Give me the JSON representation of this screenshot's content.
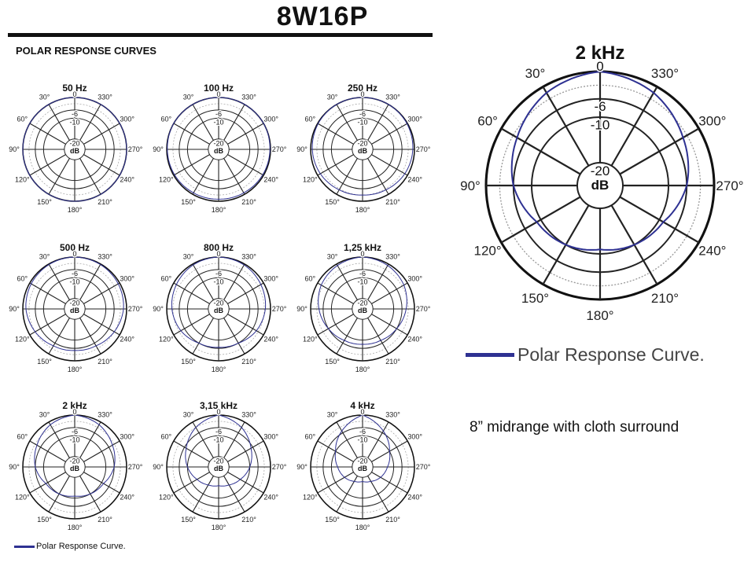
{
  "header": {
    "model": "8W16P",
    "section": "POLAR RESPONSE CURVES"
  },
  "legend": {
    "label": "Polar Response Curve.",
    "color": "#2e3192"
  },
  "caption": "8” midrange with cloth surround",
  "chart_data": [
    {
      "type": "polar",
      "title": "50 Hz",
      "r_labels": [
        "0",
        "-6",
        "-10",
        "-20",
        "dB"
      ],
      "angle_labels": [
        "30°",
        "330°",
        "60°",
        "300°",
        "90°",
        "270°",
        "120°",
        "240°",
        "150°",
        "180°",
        "210°"
      ],
      "rlim": [
        -25,
        0
      ],
      "angles": [
        0,
        30,
        60,
        90,
        120,
        150,
        180,
        210,
        240,
        270,
        300,
        330
      ],
      "values": [
        0,
        0,
        0,
        0,
        0,
        0,
        0,
        0,
        0,
        0,
        0,
        0
      ]
    },
    {
      "type": "polar",
      "title": "100 Hz",
      "r_labels": [
        "0",
        "-6",
        "-10",
        "-20",
        "dB"
      ],
      "angle_labels": [
        "30°",
        "330°",
        "60°",
        "300°",
        "90°",
        "270°",
        "120°",
        "240°",
        "150°",
        "180°",
        "210°"
      ],
      "rlim": [
        -25,
        0
      ],
      "angles": [
        0,
        30,
        60,
        90,
        120,
        150,
        180,
        210,
        240,
        270,
        300,
        330
      ],
      "values": [
        0,
        0,
        0,
        -0.3,
        -0.5,
        -0.8,
        -1,
        -0.8,
        -0.5,
        -0.3,
        0,
        0
      ]
    },
    {
      "type": "polar",
      "title": "250 Hz",
      "r_labels": [
        "0",
        "-6",
        "-10",
        "-20",
        "dB"
      ],
      "angle_labels": [
        "30°",
        "330°",
        "60°",
        "300°",
        "90°",
        "270°",
        "120°",
        "240°",
        "150°",
        "180°",
        "210°"
      ],
      "rlim": [
        -25,
        0
      ],
      "angles": [
        0,
        30,
        60,
        90,
        120,
        150,
        180,
        210,
        240,
        270,
        300,
        330
      ],
      "values": [
        0,
        0,
        -0.3,
        -0.8,
        -1.5,
        -2.5,
        -3,
        -2.5,
        -1.5,
        -0.8,
        -0.3,
        0
      ]
    },
    {
      "type": "polar",
      "title": "500 Hz",
      "r_labels": [
        "0",
        "-6",
        "-10",
        "-20",
        "dB"
      ],
      "angle_labels": [
        "30°",
        "330°",
        "60°",
        "300°",
        "90°",
        "270°",
        "120°",
        "240°",
        "150°",
        "180°",
        "210°"
      ],
      "rlim": [
        -25,
        0
      ],
      "angles": [
        0,
        30,
        60,
        90,
        120,
        150,
        180,
        210,
        240,
        270,
        300,
        330
      ],
      "values": [
        0,
        -0.3,
        -0.8,
        -1.5,
        -3,
        -4.5,
        -5,
        -4.5,
        -3,
        -1.5,
        -0.8,
        -0.3
      ]
    },
    {
      "type": "polar",
      "title": "800 Hz",
      "r_labels": [
        "0",
        "-6",
        "-10",
        "-20",
        "dB"
      ],
      "angle_labels": [
        "30°",
        "330°",
        "60°",
        "300°",
        "90°",
        "270°",
        "120°",
        "240°",
        "150°",
        "180°",
        "210°"
      ],
      "rlim": [
        -25,
        0
      ],
      "angles": [
        0,
        30,
        60,
        90,
        120,
        150,
        180,
        210,
        240,
        270,
        300,
        330
      ],
      "values": [
        0,
        -0.5,
        -1.5,
        -2.5,
        -4,
        -6,
        -6.5,
        -6,
        -4,
        -2.5,
        -1.5,
        -0.5
      ]
    },
    {
      "type": "polar",
      "title": "1,25 kHz",
      "r_labels": [
        "0",
        "-6",
        "-10",
        "-20",
        "dB"
      ],
      "angle_labels": [
        "30°",
        "330°",
        "60°",
        "300°",
        "90°",
        "270°",
        "120°",
        "240°",
        "150°",
        "180°",
        "210°"
      ],
      "rlim": [
        -25,
        0
      ],
      "angles": [
        0,
        30,
        60,
        90,
        120,
        150,
        180,
        210,
        240,
        270,
        300,
        330
      ],
      "values": [
        0,
        -0.8,
        -2,
        -4,
        -6,
        -7.5,
        -8,
        -7.5,
        -6,
        -4,
        -2,
        -0.8
      ]
    },
    {
      "type": "polar",
      "title": "2 kHz",
      "r_labels": [
        "0",
        "-6",
        "-10",
        "-20",
        "dB"
      ],
      "angle_labels": [
        "30°",
        "330°",
        "60°",
        "300°",
        "90°",
        "270°",
        "120°",
        "240°",
        "150°",
        "180°",
        "210°"
      ],
      "rlim": [
        -25,
        0
      ],
      "angles": [
        0,
        30,
        60,
        90,
        120,
        150,
        180,
        210,
        240,
        270,
        300,
        330
      ],
      "values": [
        0,
        -1.5,
        -4,
        -6,
        -9,
        -10,
        -11,
        -10,
        -9,
        -6,
        -4,
        -1.5
      ]
    },
    {
      "type": "polar",
      "title": "3,15 kHz",
      "r_labels": [
        "0",
        "-6",
        "-10",
        "-20",
        "dB"
      ],
      "angle_labels": [
        "30°",
        "330°",
        "60°",
        "300°",
        "90°",
        "270°",
        "120°",
        "240°",
        "150°",
        "180°",
        "210°"
      ],
      "rlim": [
        -25,
        0
      ],
      "angles": [
        0,
        30,
        60,
        90,
        120,
        150,
        180,
        210,
        240,
        270,
        300,
        330
      ],
      "values": [
        0,
        -3,
        -7,
        -10,
        -13,
        -15,
        -16,
        -15,
        -13,
        -10,
        -7,
        -3
      ]
    },
    {
      "type": "polar",
      "title": "4 kHz",
      "r_labels": [
        "0",
        "-6",
        "-10",
        "-20",
        "dB"
      ],
      "angle_labels": [
        "30°",
        "330°",
        "60°",
        "300°",
        "90°",
        "270°",
        "120°",
        "240°",
        "150°",
        "180°",
        "210°"
      ],
      "rlim": [
        -25,
        0
      ],
      "angles": [
        0,
        30,
        60,
        90,
        120,
        150,
        180,
        210,
        240,
        270,
        300,
        330
      ],
      "values": [
        0,
        -5,
        -10,
        -13,
        -15,
        -17,
        -18,
        -17,
        -15,
        -13,
        -10,
        -5
      ]
    },
    {
      "type": "polar",
      "title": "2 kHz",
      "r_labels": [
        "0",
        "-6",
        "-10",
        "-20",
        "dB"
      ],
      "angle_labels": [
        "30°",
        "330°",
        "60°",
        "300°",
        "90°",
        "270°",
        "120°",
        "240°",
        "150°",
        "180°",
        "210°"
      ],
      "rlim": [
        -25,
        0
      ],
      "angles": [
        0,
        30,
        60,
        90,
        120,
        150,
        180,
        210,
        240,
        270,
        300,
        330
      ],
      "values": [
        0,
        -1.5,
        -4,
        -6,
        -9,
        -10,
        -11,
        -10,
        -9,
        -6,
        -4,
        -1.5
      ]
    }
  ]
}
